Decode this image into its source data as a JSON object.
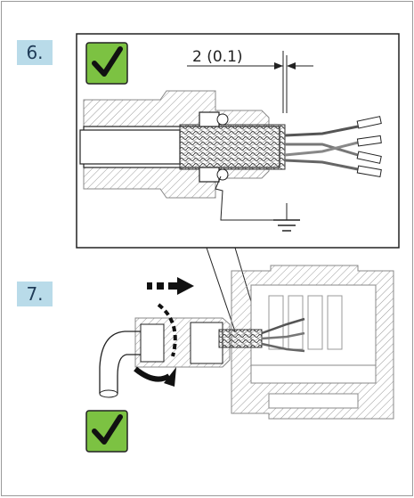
{
  "steps": [
    {
      "number": "6."
    },
    {
      "number": "7."
    }
  ],
  "dimension": {
    "label": "2 (0.1)"
  },
  "icons": {
    "check_top": "checkmark-icon",
    "check_bottom": "checkmark-icon",
    "ground": "ground-symbol-icon",
    "push_arrow": "dashed-arrow-icon",
    "rotate_arrow": "rotate-arrow-icon"
  },
  "colors": {
    "step_badge": "#b9dbe9",
    "check_green": "#7cc242",
    "line": "#222222",
    "hatch": "#9a9a9a"
  }
}
